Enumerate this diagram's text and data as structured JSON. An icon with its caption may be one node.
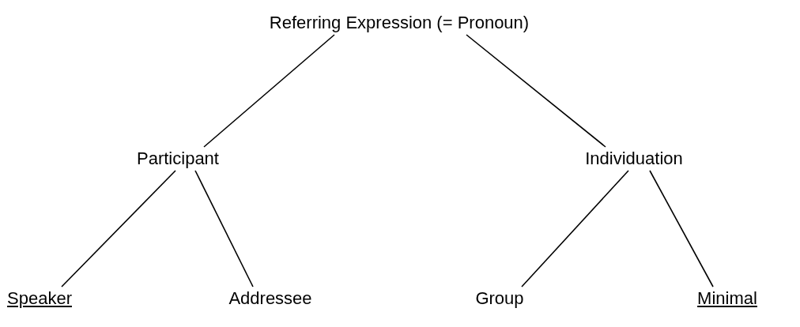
{
  "diagram": {
    "nodes": [
      {
        "text": [
          "Referring Expression (= Pronoun)"
        ]
      },
      {
        "text": [
          "Participant"
        ]
      },
      {
        "text": [
          "Individuation"
        ]
      },
      {
        "text": [
          "Speaker"
        ]
      },
      {
        "text": [
          "Addressee"
        ]
      },
      {
        "text": [
          "Group"
        ]
      },
      {
        "text": [
          "Minimal"
        ]
      }
    ],
    "edges": [
      {
        "from": 0,
        "to": 1,
        "arrow": "none"
      },
      {
        "from": 0,
        "to": 2,
        "arrow": "none"
      },
      {
        "from": 1,
        "to": 3,
        "arrow": "none"
      },
      {
        "from": 1,
        "to": 4,
        "arrow": "none"
      },
      {
        "from": 2,
        "to": 5,
        "arrow": "none"
      },
      {
        "from": 2,
        "to": 6,
        "arrow": "none"
      }
    ]
  }
}
